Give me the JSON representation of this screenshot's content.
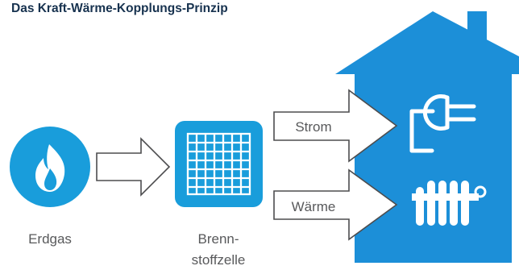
{
  "title": "Das Kraft-Wärme-Kopplungs-Prinzip",
  "nodes": {
    "source": {
      "label": "Erdgas",
      "icon": "flame-icon"
    },
    "converter": {
      "label_line1": "Brenn-",
      "label_line2": "stoffzelle",
      "icon": "fuel-cell-grid-icon"
    },
    "house": {
      "icon": "house-icon"
    }
  },
  "outputs": [
    {
      "label": "Strom",
      "icon": "power-plug-icon"
    },
    {
      "label": "Wärme",
      "icon": "radiator-icon"
    }
  ],
  "colors": {
    "accent": "#199ddb",
    "house": "#1c8fd8",
    "title": "#17324f",
    "label": "#58595b",
    "arrow_outline": "#4d4d4f"
  }
}
